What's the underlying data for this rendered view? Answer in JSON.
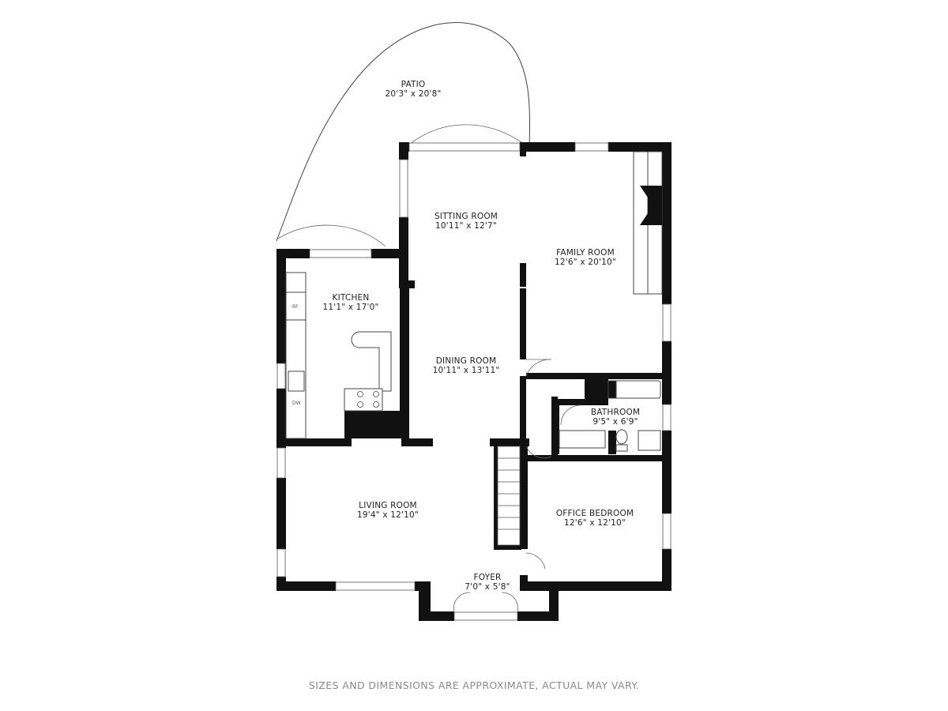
{
  "rooms": {
    "patio": {
      "name": "PATIO",
      "dims": "20'3\" x 20'8\""
    },
    "sitting": {
      "name": "SITTING ROOM",
      "dims": "10'11\" x 12'7\""
    },
    "family": {
      "name": "FAMILY ROOM",
      "dims": "12'6\" x 20'10\""
    },
    "kitchen": {
      "name": "KITCHEN",
      "dims": "11'1\" x 17'0\""
    },
    "dining": {
      "name": "DINING ROOM",
      "dims": "10'11\" x 13'11\""
    },
    "bathroom": {
      "name": "BATHROOM",
      "dims": "9'5\" x 6'9\""
    },
    "living": {
      "name": "LIVING ROOM",
      "dims": "19'4\" x 12'10\""
    },
    "office": {
      "name": "OFFICE BEDROOM",
      "dims": "12'6\" x 12'10\""
    },
    "foyer": {
      "name": "FOYER",
      "dims": "7'0\" x 5'8\""
    }
  },
  "fixtures": {
    "refrigerator": "RF",
    "dishwasher": "DW"
  },
  "footer": {
    "disclaimer": "SIZES AND DIMENSIONS ARE APPROXIMATE, ACTUAL MAY VARY."
  }
}
